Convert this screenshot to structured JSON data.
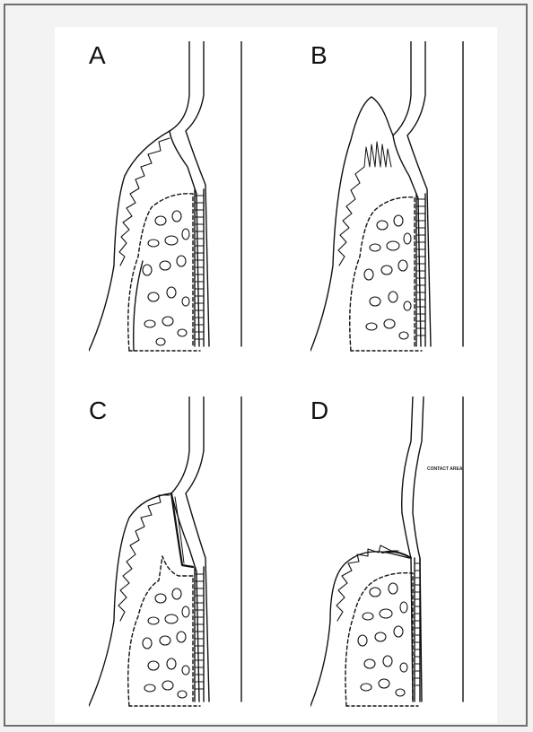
{
  "figure": {
    "panels": [
      {
        "label": "A",
        "stage": "A"
      },
      {
        "label": "B",
        "stage": "B"
      },
      {
        "label": "C",
        "stage": "C"
      },
      {
        "label": "D",
        "stage": "D"
      }
    ],
    "panel_d_annotation": "CONTACT AREA"
  },
  "colors": {
    "frame_border": "#6f6f6f",
    "background": "#f3f3f3",
    "sheet": "#ffffff",
    "ink": "#111111"
  }
}
